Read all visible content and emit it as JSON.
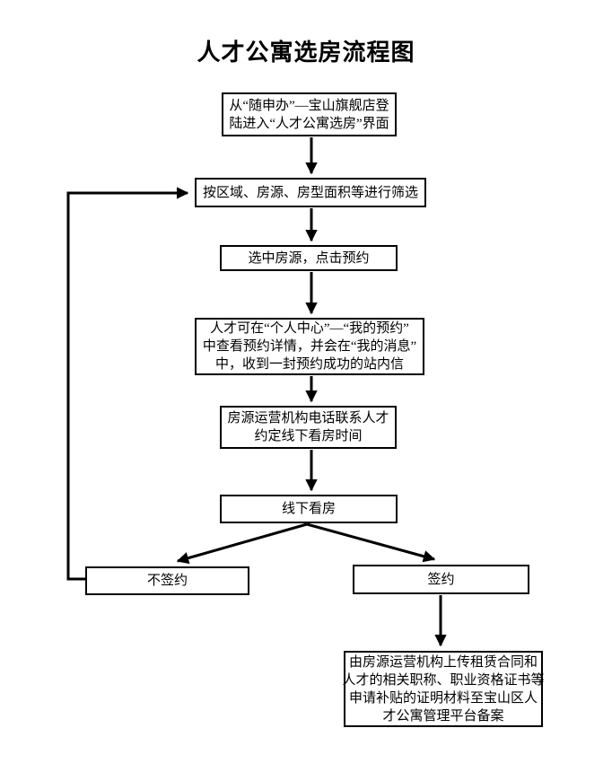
{
  "title": "人才公寓选房流程图",
  "nodes": {
    "login": {
      "lines": [
        "从“随申办”—宝山旗舰店登",
        "陆进入“人才公寓选房”界面"
      ]
    },
    "filter": {
      "lines": [
        "按区域、房源、房型面积等进行筛选"
      ]
    },
    "select": {
      "lines": [
        "选中房源，点击预约"
      ]
    },
    "confirm": {
      "lines": [
        "人才可在“个人中心”—“我的预约”",
        "中查看预约详情，并会在“我的消息”",
        "中，收到一封预约成功的站内信"
      ]
    },
    "contact": {
      "lines": [
        "房源运营机构电话联系人才",
        "约定线下看房时间"
      ]
    },
    "viewing": {
      "lines": [
        "线下看房"
      ]
    },
    "no_sign": {
      "lines": [
        "不签约"
      ]
    },
    "sign": {
      "lines": [
        "签约"
      ]
    },
    "filing": {
      "lines": [
        "由房源运营机构上传租赁合同和",
        "人才的相关职称、职业资格证书等",
        "申请补贴的证明材料至宝山区人",
        "才公寓管理平台备案"
      ]
    }
  },
  "edges": [
    {
      "from": "login",
      "to": "filter"
    },
    {
      "from": "filter",
      "to": "select"
    },
    {
      "from": "select",
      "to": "confirm"
    },
    {
      "from": "confirm",
      "to": "contact"
    },
    {
      "from": "contact",
      "to": "viewing"
    },
    {
      "from": "viewing",
      "to": "no_sign"
    },
    {
      "from": "viewing",
      "to": "sign"
    },
    {
      "from": "no_sign",
      "to": "filter"
    },
    {
      "from": "sign",
      "to": "filing"
    }
  ],
  "colors": {
    "line": "#000000",
    "box_border": "#000000",
    "text": "#000000",
    "background": "#ffffff"
  }
}
